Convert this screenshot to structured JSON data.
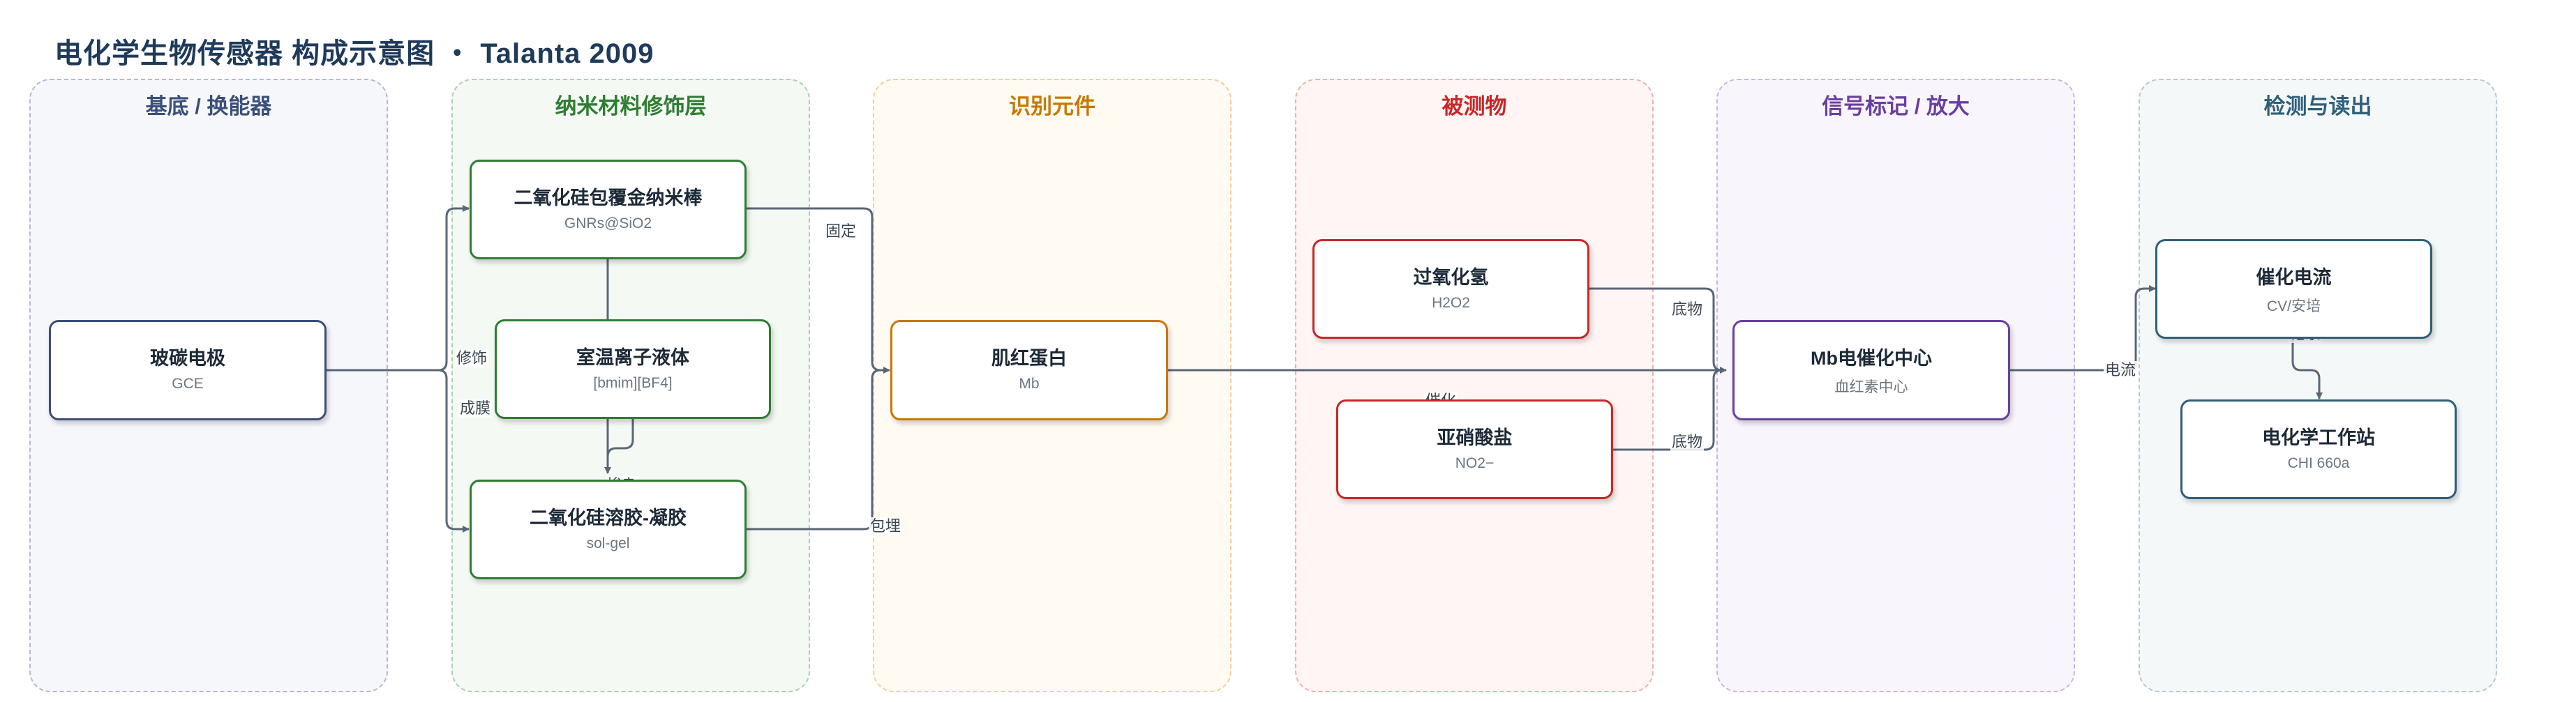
{
  "title": "电化学生物传感器 构成示意图 ・ Talanta 2009",
  "lanes": [
    {
      "title": "基底 / 换能器",
      "color": "#3b4f7a"
    },
    {
      "title": "纳米材料修饰层",
      "color": "#2e7d32"
    },
    {
      "title": "识别元件",
      "color": "#c77800"
    },
    {
      "title": "被测物",
      "color": "#c62828"
    },
    {
      "title": "信号标记 / 放大",
      "color": "#6a3fa0"
    },
    {
      "title": "检测与读出",
      "color": "#2f5f7a"
    }
  ],
  "nodes": {
    "gce": {
      "title": "玻碳电极",
      "sub": "GCE"
    },
    "gnr": {
      "title": "二氧化硅包覆金纳米棒",
      "sub": "GNRs@SiO2"
    },
    "il": {
      "title": "室温离子液体",
      "sub": "[bmim][BF4]"
    },
    "sol": {
      "title": "二氧化硅溶胶-凝胶",
      "sub": "sol-gel"
    },
    "mb": {
      "title": "肌红蛋白",
      "sub": "Mb"
    },
    "h2o2": {
      "title": "过氧化氢",
      "sub": "H2O2"
    },
    "no2": {
      "title": "亚硝酸盐",
      "sub": "NO2−"
    },
    "mbc": {
      "title": "Mb电催化中心",
      "sub": "血红素中心"
    },
    "cur": {
      "title": "催化电流",
      "sub": "CV/安培"
    },
    "chi": {
      "title": "电化学工作站",
      "sub": "CHI 660a"
    }
  },
  "edge_labels": {
    "modify": "修饰",
    "film": "成膜",
    "fix": "固定",
    "dope": "掺杂",
    "wrap": "包埋",
    "catalysis": "催化",
    "substrate1": "底物",
    "substrate2": "底物",
    "current": "电流",
    "record": "记录"
  }
}
